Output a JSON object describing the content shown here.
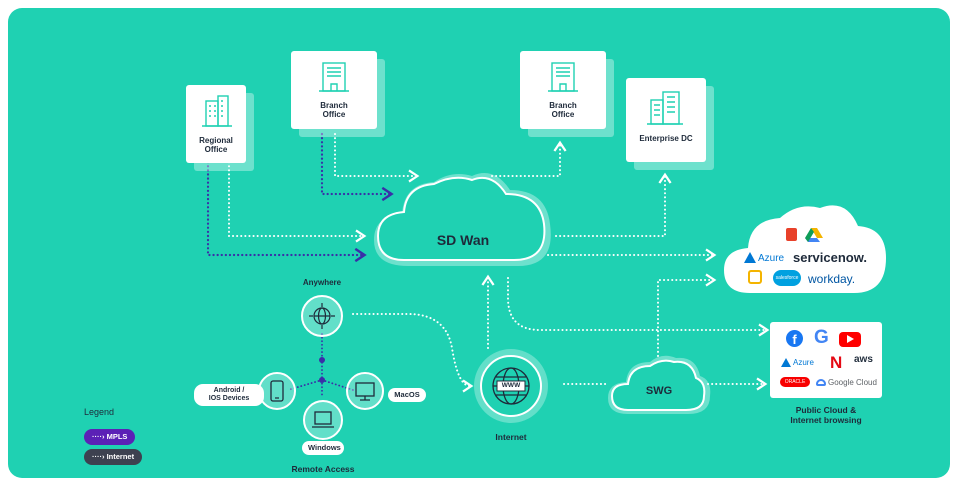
{
  "diagram": {
    "sites": {
      "regional_office": "Regional\nOffice",
      "branch_office_left": "Branch\nOffice",
      "branch_office_right": "Branch\nOffice",
      "enterprise_dc": "Enterprise DC"
    },
    "clouds": {
      "sdwan": "SD Wan",
      "swg": "SWG"
    },
    "internet_label": "Internet",
    "www_label": "WWW",
    "anywhere_label": "Anywhere",
    "remote_access_label": "Remote Access",
    "devices": {
      "android_ios": "Android /\nIOS Devices",
      "macos": "MacOS",
      "windows": "Windows"
    },
    "public_cloud_label": "Public Cloud &\nInternet browsing",
    "saas_logos": {
      "azure": "Azure",
      "servicenow": "servicenow.",
      "salesforce": "salesforce",
      "workday": "workday."
    },
    "public_logos": {
      "azure": "Azure",
      "aws": "aws",
      "oracle": "ORACLE",
      "google_cloud": "Google Cloud"
    },
    "legend": {
      "title": "Legend",
      "mpls": "MPLS",
      "internet": "Internet"
    },
    "colors": {
      "background": "#1fd1b2",
      "mpls_line": "#3a2fa8",
      "internet_line": "#ffffff",
      "mpls_pill": "#5b21b6",
      "internet_pill": "#3d4150",
      "text": "#1e2a3a"
    }
  }
}
